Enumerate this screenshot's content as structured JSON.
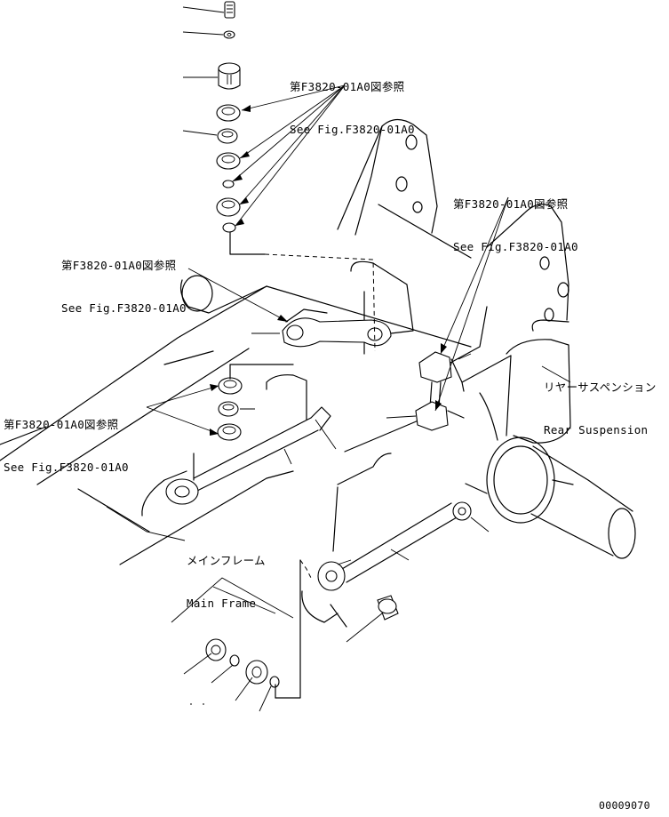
{
  "callouts": {
    "top_right": {
      "jp": "第F3820-01A0図参照",
      "en": "See Fig.F3820-01A0"
    },
    "mid_right": {
      "jp": "第F3820-01A0図参照",
      "en": "See Fig.F3820-01A0"
    },
    "upper_left": {
      "jp": "第F3820-01A0図参照",
      "en": "See Fig.F3820-01A0"
    },
    "left": {
      "jp": "第F3820-01A0図参照",
      "en": "See Fig.F3820-01A0"
    }
  },
  "assemblies": {
    "rear_suspension": {
      "jp": "リヤーサスペンション",
      "en": "Rear Suspension"
    },
    "main_frame": {
      "jp": "メインフレーム",
      "en": "Main Frame"
    }
  },
  "figure_code": "00009070"
}
